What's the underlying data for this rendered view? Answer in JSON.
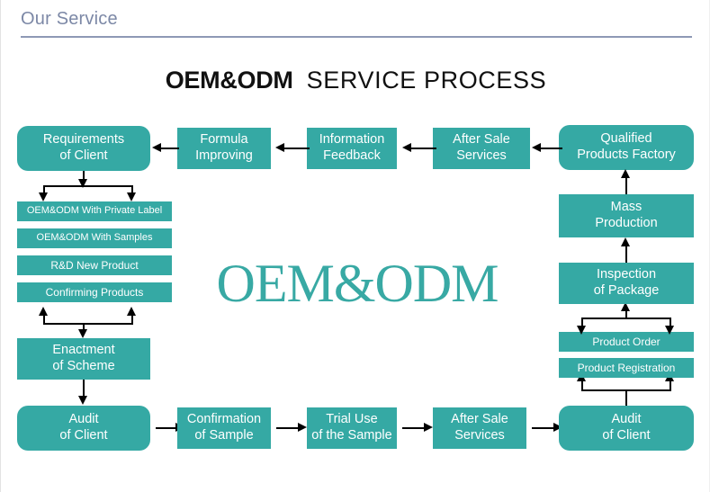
{
  "header": {
    "section_label": "Our Service"
  },
  "title": {
    "bold_part": "OEM&ODM",
    "normal_part": "SERVICE PROCESS"
  },
  "watermark": {
    "text": "OEM&ODM"
  },
  "colors": {
    "box_fill": "#35a9a4",
    "box_text": "#ffffff",
    "header_text": "#7c88a6",
    "header_rule": "#8e99b5",
    "watermark": "#38a9a4",
    "connector": "#000000",
    "page_background": "#ffffff"
  },
  "chart_data": {
    "type": "diagram",
    "title": "OEM&ODM SERVICE PROCESS",
    "orientation": "counter-clockwise loop",
    "nodes": [
      {
        "id": "requirements_of_client",
        "label": "Requirements\nof Client",
        "shape": "rounded",
        "col": "left",
        "row": 1
      },
      {
        "id": "formula_improving",
        "label": "Formula\nImproving",
        "shape": "square",
        "col": "top",
        "row": 1
      },
      {
        "id": "information_feedback",
        "label": "Information\nFeedback",
        "shape": "square",
        "col": "top",
        "row": 1
      },
      {
        "id": "after_sale_services_top",
        "label": "After Sale\nServices",
        "shape": "square",
        "col": "top",
        "row": 1
      },
      {
        "id": "qualified_products_factory",
        "label": "Qualified\nProducts Factory",
        "shape": "rounded",
        "col": "right",
        "row": 1
      },
      {
        "id": "oem_private_label",
        "label": "OEM&ODM With Private Label",
        "shape": "strip",
        "col": "left",
        "row": 2
      },
      {
        "id": "oem_with_samples",
        "label": "OEM&ODM With Samples",
        "shape": "strip",
        "col": "left",
        "row": 3
      },
      {
        "id": "rd_new_product",
        "label": "R&D New Product",
        "shape": "strip",
        "col": "left",
        "row": 4
      },
      {
        "id": "confirming_products",
        "label": "Confirming Products",
        "shape": "strip",
        "col": "left",
        "row": 5
      },
      {
        "id": "enactment_of_scheme",
        "label": "Enactment\nof Scheme",
        "shape": "square",
        "col": "left",
        "row": 6
      },
      {
        "id": "audit_of_client_left",
        "label": "Audit\nof Client",
        "shape": "rounded",
        "col": "left",
        "row": 7
      },
      {
        "id": "confirmation_of_sample",
        "label": "Confirmation\nof Sample",
        "shape": "square",
        "col": "bottom",
        "row": 7
      },
      {
        "id": "trial_use_of_the_sample",
        "label": "Trial Use\nof the Sample",
        "shape": "square",
        "col": "bottom",
        "row": 7
      },
      {
        "id": "after_sale_services_bot",
        "label": "After Sale\nServices",
        "shape": "square",
        "col": "bottom",
        "row": 7
      },
      {
        "id": "audit_of_client_right",
        "label": "Audit\nof Client",
        "shape": "rounded",
        "col": "right",
        "row": 7
      },
      {
        "id": "product_registration",
        "label": "Product Registration",
        "shape": "strip",
        "col": "right",
        "row": 6
      },
      {
        "id": "product_order",
        "label": "Product Order",
        "shape": "strip",
        "col": "right",
        "row": 5
      },
      {
        "id": "inspection_of_package",
        "label": "Inspection\nof Package",
        "shape": "square",
        "col": "right",
        "row": 4
      },
      {
        "id": "mass_production",
        "label": "Mass\nProduction",
        "shape": "square",
        "col": "right",
        "row": 2
      }
    ],
    "edges": [
      {
        "from": "formula_improving",
        "to": "requirements_of_client",
        "dir": "left"
      },
      {
        "from": "information_feedback",
        "to": "formula_improving",
        "dir": "left"
      },
      {
        "from": "after_sale_services_top",
        "to": "information_feedback",
        "dir": "left"
      },
      {
        "from": "qualified_products_factory",
        "to": "after_sale_services_top",
        "dir": "left"
      },
      {
        "from": "requirements_of_client",
        "to": "oem_private_label",
        "dir": "down-branch"
      },
      {
        "from": "confirming_products",
        "to": "enactment_of_scheme",
        "dir": "down-branch"
      },
      {
        "from": "enactment_of_scheme",
        "to": "audit_of_client_left",
        "dir": "down"
      },
      {
        "from": "audit_of_client_left",
        "to": "confirmation_of_sample",
        "dir": "right"
      },
      {
        "from": "confirmation_of_sample",
        "to": "trial_use_of_the_sample",
        "dir": "right"
      },
      {
        "from": "trial_use_of_the_sample",
        "to": "after_sale_services_bot",
        "dir": "right"
      },
      {
        "from": "after_sale_services_bot",
        "to": "audit_of_client_right",
        "dir": "right"
      },
      {
        "from": "audit_of_client_right",
        "to": "product_registration",
        "dir": "up-branch"
      },
      {
        "from": "product_order",
        "to": "inspection_of_package",
        "dir": "up-branch"
      },
      {
        "from": "inspection_of_package",
        "to": "mass_production",
        "dir": "up"
      },
      {
        "from": "mass_production",
        "to": "qualified_products_factory",
        "dir": "up"
      }
    ]
  },
  "nodes": {
    "requirements_of_client": {
      "line1": "Requirements",
      "line2": "of Client"
    },
    "formula_improving": {
      "line1": "Formula",
      "line2": "Improving"
    },
    "information_feedback": {
      "line1": "Information",
      "line2": "Feedback"
    },
    "after_sale_services_top": {
      "line1": "After Sale",
      "line2": "Services"
    },
    "qualified_products_factory": {
      "line1": "Qualified",
      "line2": "Products Factory"
    },
    "oem_private_label": {
      "label": "OEM&ODM With Private Label"
    },
    "oem_with_samples": {
      "label": "OEM&ODM With Samples"
    },
    "rd_new_product": {
      "label": "R&D New Product"
    },
    "confirming_products": {
      "label": "Confirming Products"
    },
    "enactment_of_scheme": {
      "line1": "Enactment",
      "line2": "of Scheme"
    },
    "audit_of_client_left": {
      "line1": "Audit",
      "line2": "of Client"
    },
    "confirmation_of_sample": {
      "line1": "Confirmation",
      "line2": "of Sample"
    },
    "trial_use_of_the_sample": {
      "line1": "Trial Use",
      "line2": "of the Sample"
    },
    "after_sale_services_bot": {
      "line1": "After Sale",
      "line2": "Services"
    },
    "audit_of_client_right": {
      "line1": "Audit",
      "line2": "of Client"
    },
    "product_order": {
      "label": "Product Order"
    },
    "product_registration": {
      "label": "Product Registration"
    },
    "inspection_of_package": {
      "line1": "Inspection",
      "line2": "of Package"
    },
    "mass_production": {
      "line1": "Mass",
      "line2": "Production"
    }
  }
}
